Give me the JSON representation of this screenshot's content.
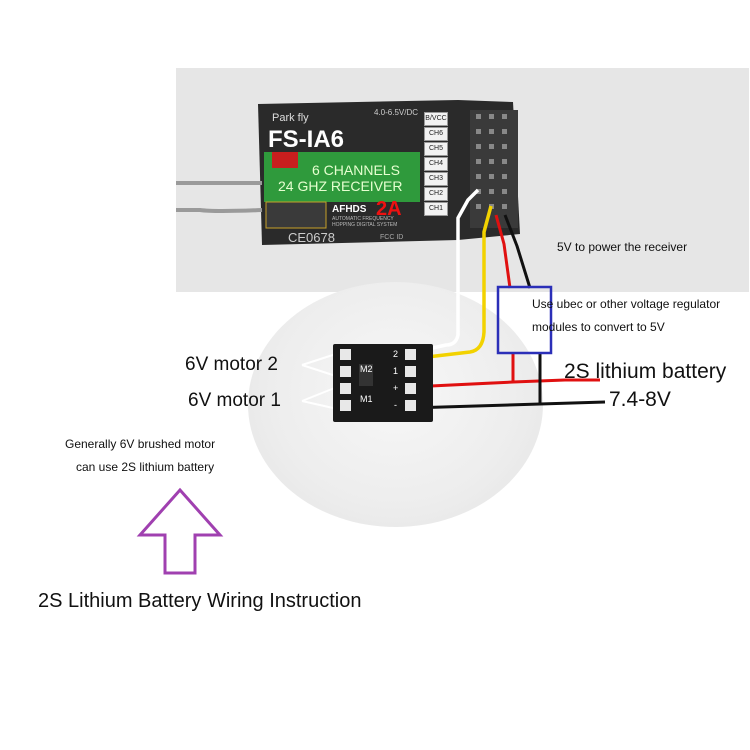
{
  "receiver": {
    "brand": "Park fly",
    "model": "FS-IA6",
    "voltage": "4.0-6.5V/DC",
    "channels_line": "6 CHANNELS",
    "band_line": "24 GHZ RECEIVER",
    "protocol": "AFHDS",
    "protocol_version": "2A",
    "protocol_sub": "AUTOMATIC FREQUENCY\nHOPPING DIGITAL SYSTEM",
    "ce_mark": "CE0678",
    "fcc": "FCC ID",
    "pins": [
      "B/VCC",
      "CH6",
      "CH5",
      "CH4",
      "CH3",
      "CH2",
      "CH1"
    ]
  },
  "driver": {
    "label_m2": "M2",
    "label_m1": "M1",
    "pin_2": "2",
    "pin_1": "1",
    "pin_plus": "+",
    "pin_minus": "-"
  },
  "labels": {
    "power_receiver": "5V to power the receiver",
    "ubec_line1": "Use ubec or other voltage regulator",
    "ubec_line2": "modules to convert to 5V",
    "motor2": "6V motor 2",
    "motor1": "6V motor 1",
    "battery": "2S lithium battery",
    "battery_voltage": "7.4-8V",
    "note_line1": "Generally 6V brushed motor",
    "note_line2": "can use 2S lithium battery",
    "caption": "2S Lithium Battery Wiring Instruction"
  },
  "colors": {
    "wire_white": "#ffffff",
    "wire_yellow": "#f2d200",
    "wire_red": "#e01010",
    "wire_black": "#111111",
    "regulator_box": "#2b2fb8",
    "arrow": "#a040b0",
    "receiver_body": "#2a2a2a",
    "receiver_green": "#2f9a3c"
  }
}
